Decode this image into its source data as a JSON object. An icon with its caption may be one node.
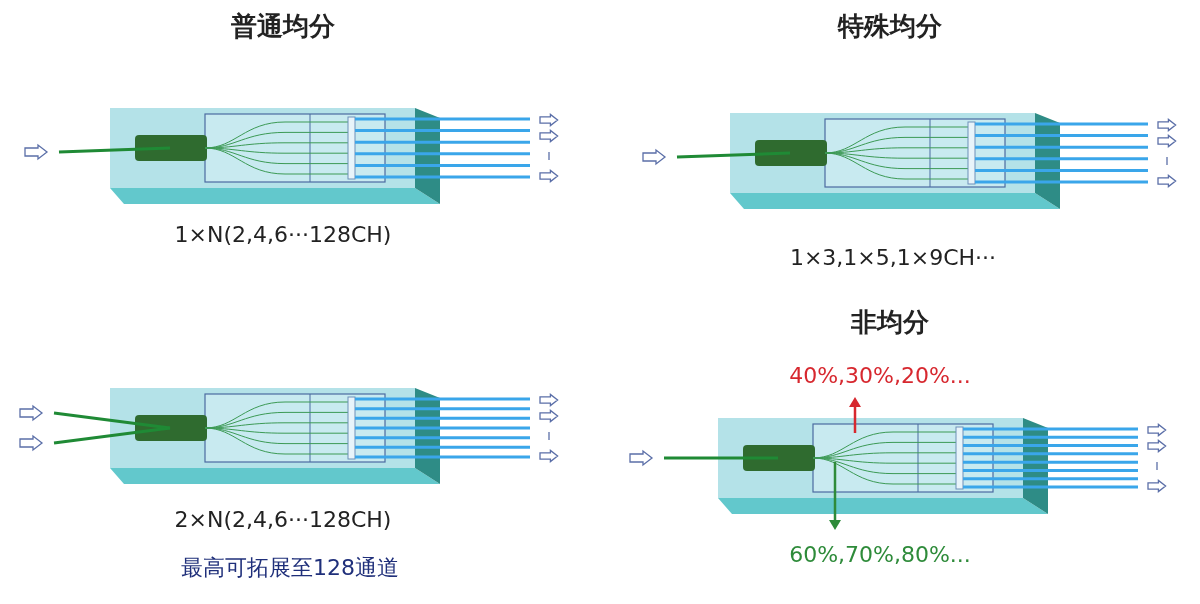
{
  "diagram": {
    "labels": [
      "普通均分",
      "特殊均分",
      "1×N(2,4,6···128CH)",
      "1×3,1×5,1×9CH···",
      "非均分",
      "40%,30%,20%...",
      "2×N(2,4,6···128CH)",
      "60%,70%,80%...",
      "最高可拓展至128通道"
    ]
  }
}
